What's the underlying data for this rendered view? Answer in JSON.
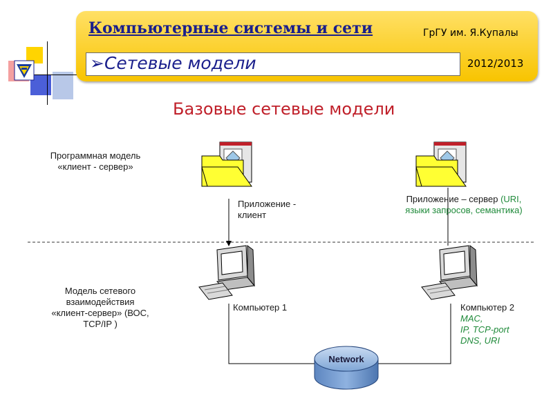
{
  "header": {
    "course_title": "Компьютерные системы и сети",
    "university": "ГрГУ им. Я.Купалы",
    "section_title": "Сетевые модели",
    "section_marker": "➢",
    "year": "2012/2013"
  },
  "slide": {
    "title": "Базовые сетевые модели"
  },
  "left_labels": {
    "program_model_line1": "Программная модель",
    "program_model_line2": "«клиент - сервер»",
    "network_model_line1": "Модель сетевого",
    "network_model_line2": "взаимодействия",
    "network_model_line3": "«клиент-сервер»  (ВОС,",
    "network_model_line4": "TCP/IP )"
  },
  "client_app": {
    "line1": "Приложение -",
    "line2": "клиент"
  },
  "server_app": {
    "line1_prefix": "Приложение – сервер ",
    "line1_green": "(URI,",
    "line2_green": "языки запросов, семантика)"
  },
  "computer1": {
    "label": "Компьютер 1"
  },
  "computer2": {
    "label": "Компьютер 2",
    "details": [
      "MAC,",
      "IP, TCP-port",
      "DNS, URI"
    ]
  },
  "network": {
    "label": "Network"
  },
  "colors": {
    "banner": "#f8c400",
    "title_blue": "#1a1f8c",
    "slide_title_red": "#c0202a",
    "green_text": "#1f8a3a",
    "folder_yellow": "#ffff33",
    "network_blue": "#7fa6d6"
  }
}
